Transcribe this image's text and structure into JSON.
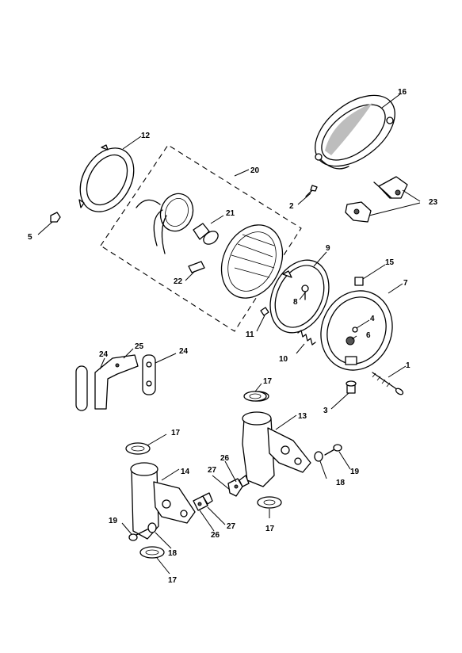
{
  "diagram": {
    "callouts": {
      "c1": "1",
      "c2": "2",
      "c3": "3",
      "c4": "4",
      "c5": "5",
      "c6": "6",
      "c7": "7",
      "c8": "8",
      "c9": "9",
      "c10": "10",
      "c11": "11",
      "c12": "12",
      "c13": "13",
      "c14": "14",
      "c15": "15",
      "c16": "16",
      "c17a": "17",
      "c17b": "17",
      "c17c": "17",
      "c17d": "17",
      "c18a": "18",
      "c18b": "18",
      "c19a": "19",
      "c19b": "19",
      "c20": "20",
      "c21": "21",
      "c22": "22",
      "c23": "23",
      "c24a": "24",
      "c24b": "24",
      "c25": "25",
      "c26a": "26",
      "c26b": "26",
      "c27a": "27",
      "c27b": "27"
    }
  }
}
